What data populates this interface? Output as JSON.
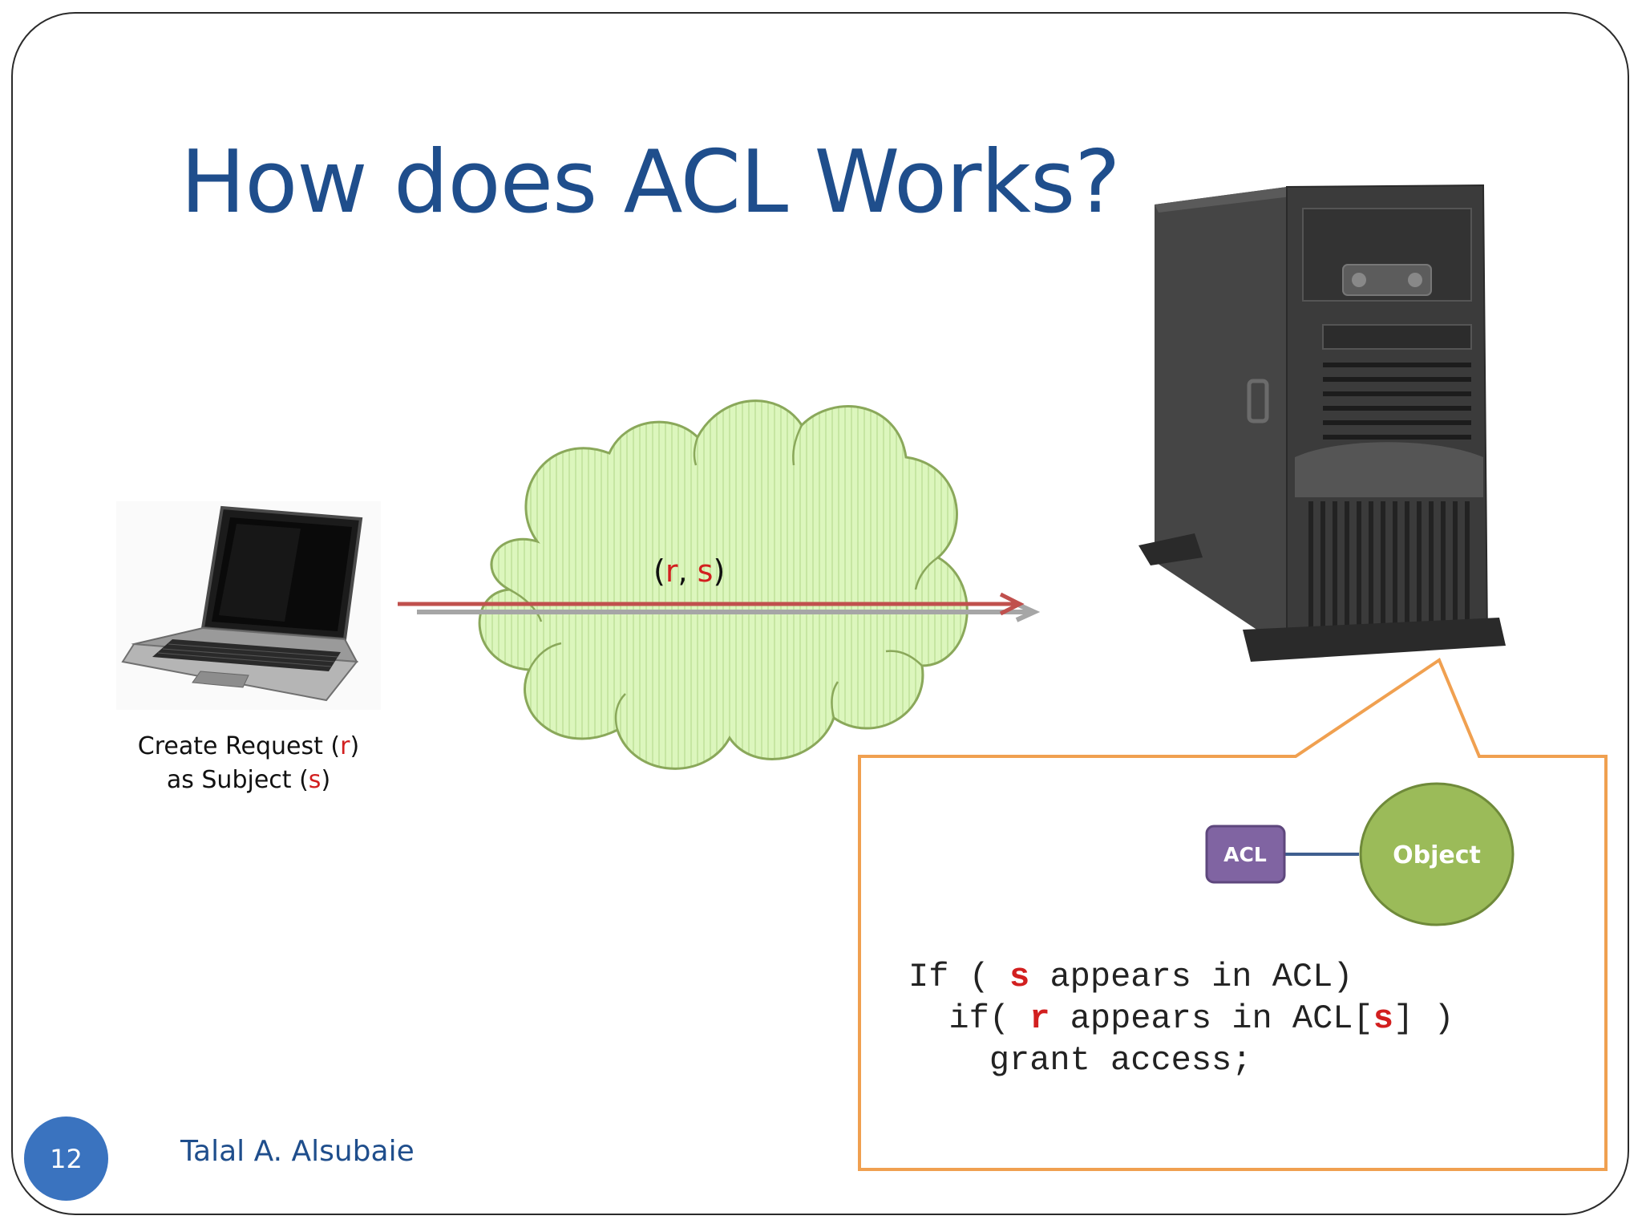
{
  "slide": {
    "title": "How does ACL Works?",
    "caption": {
      "line1_prefix": "Create Request (",
      "line1_var": "r",
      "line1_suffix": ")",
      "line2_prefix": "as Subject (",
      "line2_var": "s",
      "line2_suffix": ")"
    },
    "message": {
      "open": "(",
      "r": "r",
      "sep": ", ",
      "s": "s",
      "close": ")"
    },
    "callout": {
      "acl_label": "ACL",
      "object_label": "Object",
      "code": {
        "l1_a": "If ( ",
        "l1_s": "s",
        "l1_b": " appears in ACL)",
        "l2_a": "  if( ",
        "l2_r": "r",
        "l2_b": " appears in ACL[",
        "l2_s": "s",
        "l2_c": "] )",
        "l3": "    grant access;"
      }
    },
    "footer": {
      "page_number": "12",
      "author": "Talal A. Alsubaie"
    }
  },
  "colors": {
    "title": "#1f4e8c",
    "variable_red": "#d21f1f",
    "cloud_fill": "#d9f5b8",
    "cloud_stroke": "#8aa85a",
    "arrow_red": "#c0504d",
    "arrow_gray": "#a6a6a6",
    "callout_border": "#f0a050",
    "acl_fill": "#8064a2",
    "object_fill": "#9bbb59",
    "page_badge": "#3a73bf"
  },
  "icons": [
    "laptop-icon",
    "server-tower-icon"
  ]
}
